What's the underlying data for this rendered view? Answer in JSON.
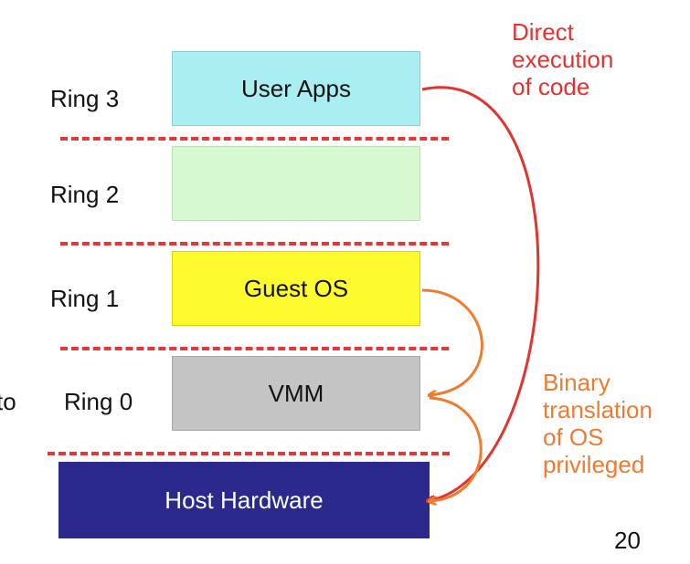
{
  "rings": [
    {
      "label": "Ring 3",
      "box_text": "User Apps",
      "box_color": "#a9eff2"
    },
    {
      "label": "Ring 2",
      "box_text": "",
      "box_color": "#d6f9d2"
    },
    {
      "label": "Ring 1",
      "box_text": "Guest OS",
      "box_color": "#fdfb2e"
    },
    {
      "label": "Ring 0",
      "box_text": "VMM",
      "box_color": "#c4c4c4"
    }
  ],
  "hardware": {
    "text": "Host Hardware",
    "color": "#2b2a8c",
    "text_color": "#ffffff"
  },
  "direct_note": {
    "lines": [
      "Direct",
      "execution",
      "of code"
    ],
    "color": "#e2332f"
  },
  "binary_note": {
    "lines": [
      "Binary",
      "translation",
      "of OS",
      "privileged"
    ],
    "color": "#ef7b2e"
  },
  "left_fragment": "to",
  "page_number": "20",
  "colors": {
    "dash": "#e2383a",
    "direct_arrow": "#e2332f",
    "binary_arrow": "#ef7b2e"
  }
}
